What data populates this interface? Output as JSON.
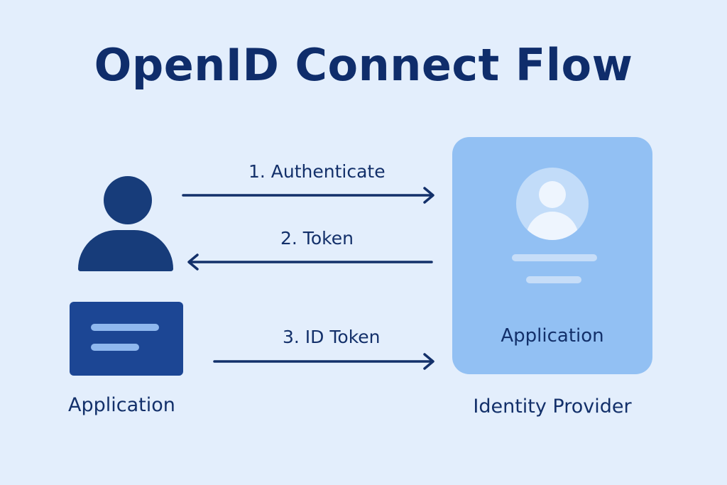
{
  "title": "OpenID Connect Flow",
  "steps": [
    {
      "label": "1. Authenticate",
      "direction": "right"
    },
    {
      "label": "2. Token",
      "direction": "left"
    },
    {
      "label": "3. ID Token",
      "direction": "right"
    }
  ],
  "client": {
    "caption": "Application"
  },
  "provider": {
    "card_label": "Application",
    "caption": "Identity Provider"
  },
  "colors": {
    "background": "#e3eefc",
    "primary_dark": "#0f2d6b",
    "client_card": "#1c4694",
    "provider_card": "#92c0f3"
  },
  "icons": {
    "user": "user-icon",
    "client_app": "app-window-icon",
    "provider_avatar": "avatar-icon"
  }
}
